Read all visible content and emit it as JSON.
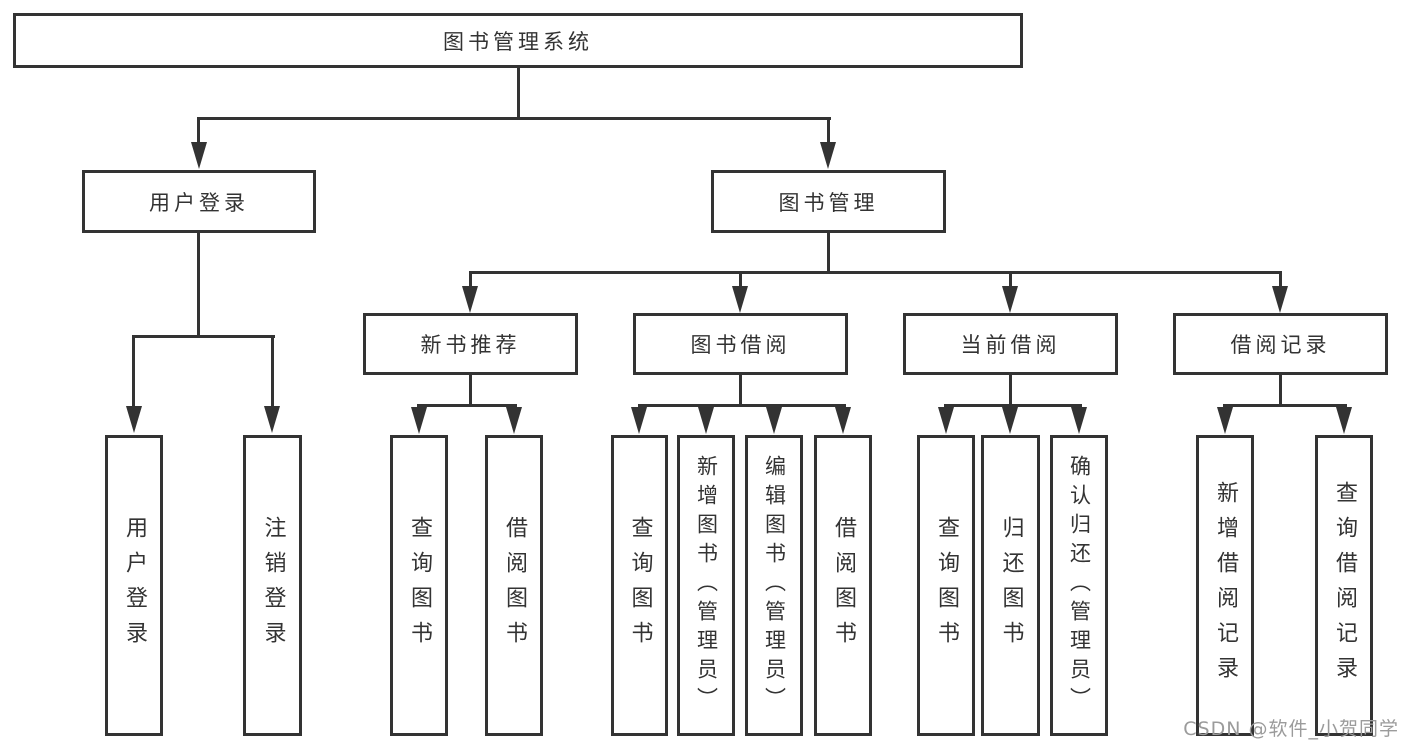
{
  "nodes": {
    "root": {
      "label": "图书管理系统"
    },
    "user_login": {
      "label": "用户登录"
    },
    "book_mgmt": {
      "label": "图书管理"
    },
    "new_book_rec": {
      "label": "新书推荐"
    },
    "book_borrow": {
      "label": "图书借阅"
    },
    "current_borrow": {
      "label": "当前借阅"
    },
    "borrow_records": {
      "label": "借阅记录"
    },
    "leaf_user_login": {
      "label": "用户登录"
    },
    "leaf_logout": {
      "label": "注销登录"
    },
    "leaf_query_book_1": {
      "label": "查询图书"
    },
    "leaf_borrow_book_1": {
      "label": "借阅图书"
    },
    "leaf_query_book_2": {
      "label": "查询图书"
    },
    "leaf_add_book": {
      "label": "新增图书（管理员）"
    },
    "leaf_edit_book": {
      "label": "编辑图书（管理员）"
    },
    "leaf_borrow_book_2": {
      "label": "借阅图书"
    },
    "leaf_query_book_3": {
      "label": "查询图书"
    },
    "leaf_return_book": {
      "label": "归还图书"
    },
    "leaf_confirm_return": {
      "label": "确认归还（管理员）"
    },
    "leaf_add_record": {
      "label": "新增借阅记录"
    },
    "leaf_query_record": {
      "label": "查询借阅记录"
    }
  },
  "watermark": {
    "text": "CSDN @软件_小贺同学"
  },
  "colors": {
    "line": "#333333",
    "box_background": "#ffffff",
    "text": "#333333",
    "watermark": "#9b9b9b"
  }
}
